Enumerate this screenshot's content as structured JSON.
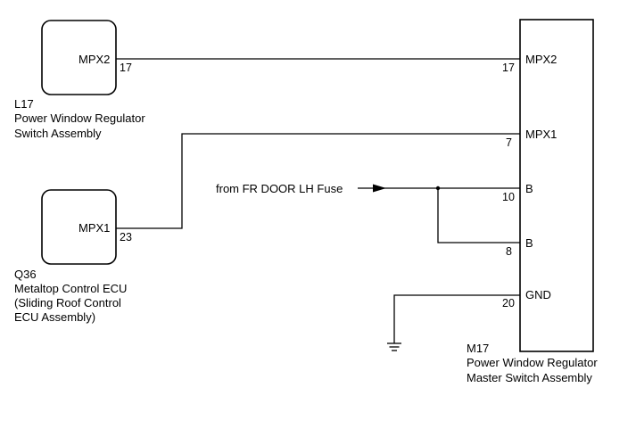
{
  "components": {
    "l17": {
      "code": "L17",
      "name_line1": "Power Window Regulator",
      "name_line2": "Switch Assembly",
      "pin_name": "MPX2",
      "pin_number": "17"
    },
    "q36": {
      "code": "Q36",
      "name_line1": "Metaltop Control ECU",
      "name_line2": "(Sliding Roof Control",
      "name_line3": "ECU Assembly)",
      "pin_name": "MPX1",
      "pin_number": "23"
    },
    "m17": {
      "code": "M17",
      "name_line1": "Power Window Regulator",
      "name_line2": "Master Switch Assembly",
      "pins": [
        {
          "name": "MPX2",
          "number": "17"
        },
        {
          "name": "MPX1",
          "number": "7"
        },
        {
          "name": "B",
          "number": "10"
        },
        {
          "name": "B",
          "number": "8"
        },
        {
          "name": "GND",
          "number": "20"
        }
      ]
    }
  },
  "source": {
    "label": "from FR DOOR LH Fuse"
  }
}
